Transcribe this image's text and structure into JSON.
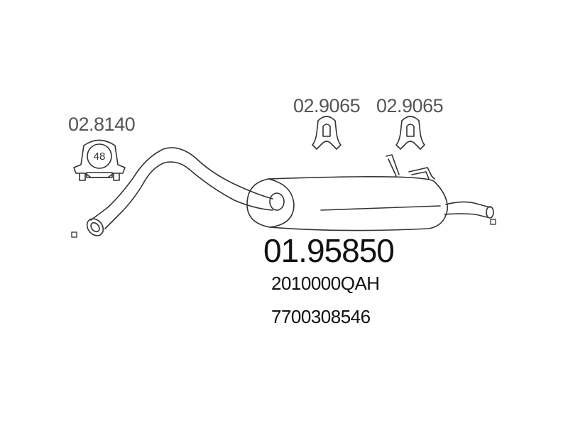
{
  "accessories": {
    "clamp": {
      "code": "02.8140",
      "size": "48",
      "icon": "exhaust-clamp-icon"
    },
    "hanger_left": {
      "code": "02.9065",
      "icon": "rubber-hanger-icon"
    },
    "hanger_right": {
      "code": "02.9065",
      "icon": "rubber-hanger-icon"
    }
  },
  "part": {
    "main_number": "01.95850",
    "oem_number_1": "2010000QAH",
    "oem_number_2": "7700308546",
    "icon": "rear-silencer-icon"
  },
  "colors": {
    "line": "#333333",
    "text": "#111111",
    "secondary_text": "#555555",
    "background": "#ffffff"
  }
}
